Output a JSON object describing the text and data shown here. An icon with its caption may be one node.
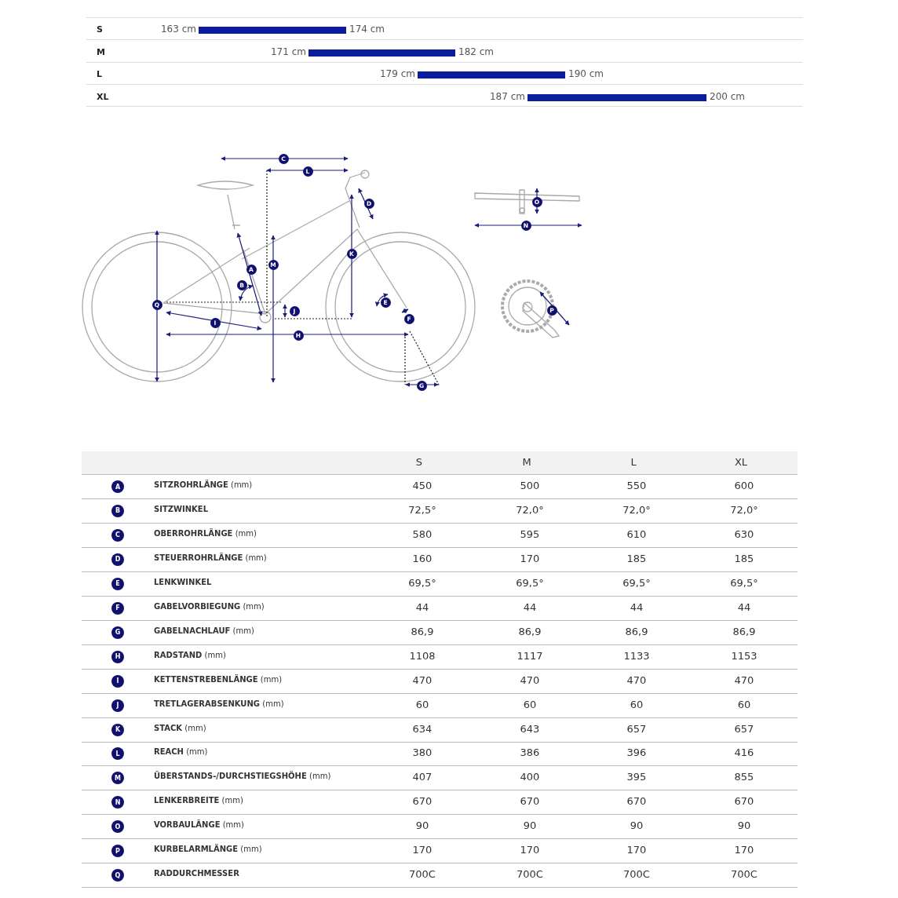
{
  "diagram": {
    "labels": [
      "S",
      "163 cm",
      "174 cm",
      "M",
      "171 cm",
      "182 cm",
      "L",
      "179 cm",
      "190 cm",
      "XL",
      "187 cm",
      "200 cm",
      "C",
      "L",
      "D",
      "O",
      "N",
      "K",
      "M",
      "A",
      "B",
      "E",
      "Q",
      "P",
      "J",
      "F",
      "I",
      "H",
      "G",
      "S",
      "M",
      "L",
      "XL",
      "A",
      "**SITZROHRLÄNGE** (mm)",
      "450",
      "500",
      "550",
      "600",
      "B",
      "**SITZWINKEL**",
      "72,5°",
      "72,0°",
      "72,0°",
      "72,0°",
      "C",
      "**OBERROHRLÄNGE** (mm)",
      "580",
      "595",
      "610",
      "630",
      "D",
      "**STEUERROHRLÄNGE** (mm)",
      "160",
      "170",
      "185",
      "185",
      "E",
      "**LENKWINKEL**",
      "69,5°",
      "69,5°",
      "69,5°",
      "69,5°",
      "F",
      "**GABELVORBIEGUNG** (mm)",
      "44",
      "44",
      "44",
      "44",
      "G",
      "**GABELNACHLAUF** (mm)",
      "86,9",
      "86,9",
      "86,9",
      "86,9",
      "H",
      "**RADSTAND** (mm)",
      "1108",
      "1117",
      "1133",
      "1153",
      "I",
      "**KETTENSTREBENLÄNGE** (mm)",
      "470",
      "470",
      "470",
      "470",
      "J",
      "**TRETLAGERABSENKUNG** (mm)",
      "60",
      "60",
      "60",
      "60",
      "K",
      "**STACK** (mm)",
      "634",
      "643",
      "657",
      "657",
      "L",
      "**REACH** (mm)",
      "380",
      "386",
      "396",
      "416",
      "M",
      "**ÜBERSTANDS-/DURCHSTIEGSHÖHE** (mm)",
      "407",
      "400",
      "395",
      "855",
      "N",
      "**LENKERBREITE** (mm)",
      "670",
      "670",
      "670",
      "670",
      "O",
      "**VORBAULÄNGE** (mm)",
      "90",
      "90",
      "90",
      "90",
      "P",
      "**KURBELARMLÄNGE** (mm)",
      "170",
      "170",
      "170",
      "170",
      "Q",
      "**RADDURCHMESSER**",
      "700C",
      "700C",
      "700C",
      "700C"
    ]
  }
}
